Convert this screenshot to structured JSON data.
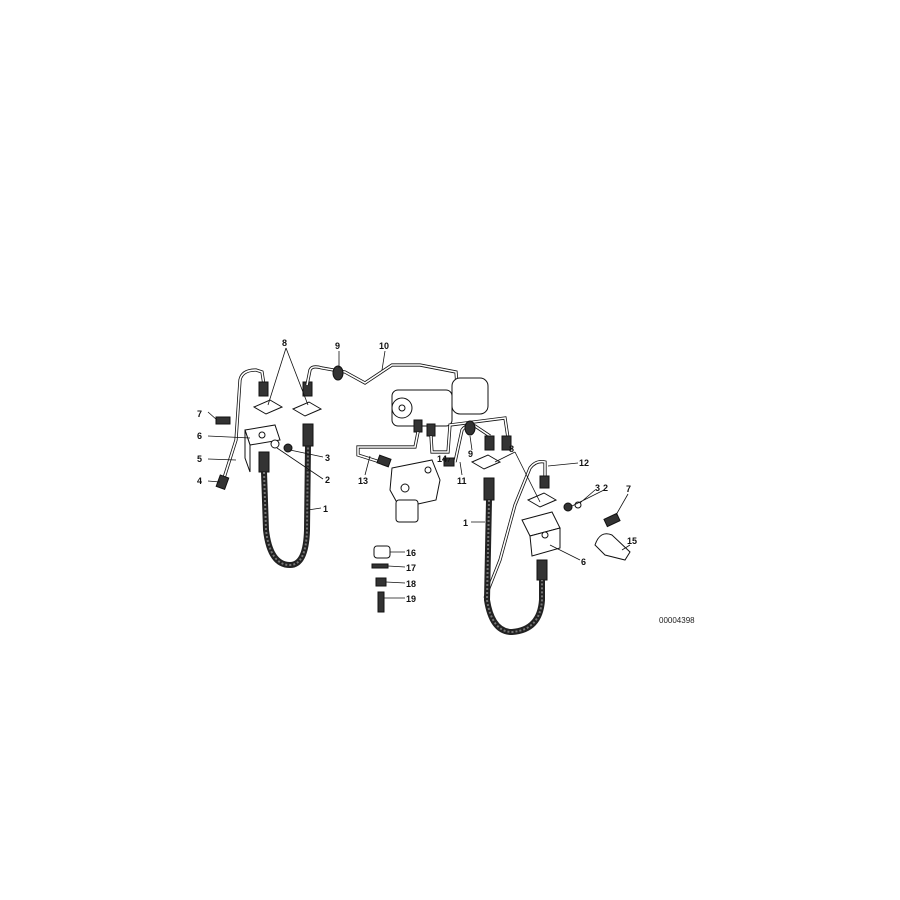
{
  "diagram": {
    "labels": [
      "8",
      "9",
      "10",
      "7",
      "6",
      "5",
      "4",
      "3",
      "2",
      "1",
      "13",
      "14",
      "11",
      "9",
      "8",
      "12",
      "3",
      "2",
      "7",
      "1",
      "6",
      "15",
      "16",
      "17",
      "18",
      "19"
    ],
    "drawing_number": "00004398"
  }
}
